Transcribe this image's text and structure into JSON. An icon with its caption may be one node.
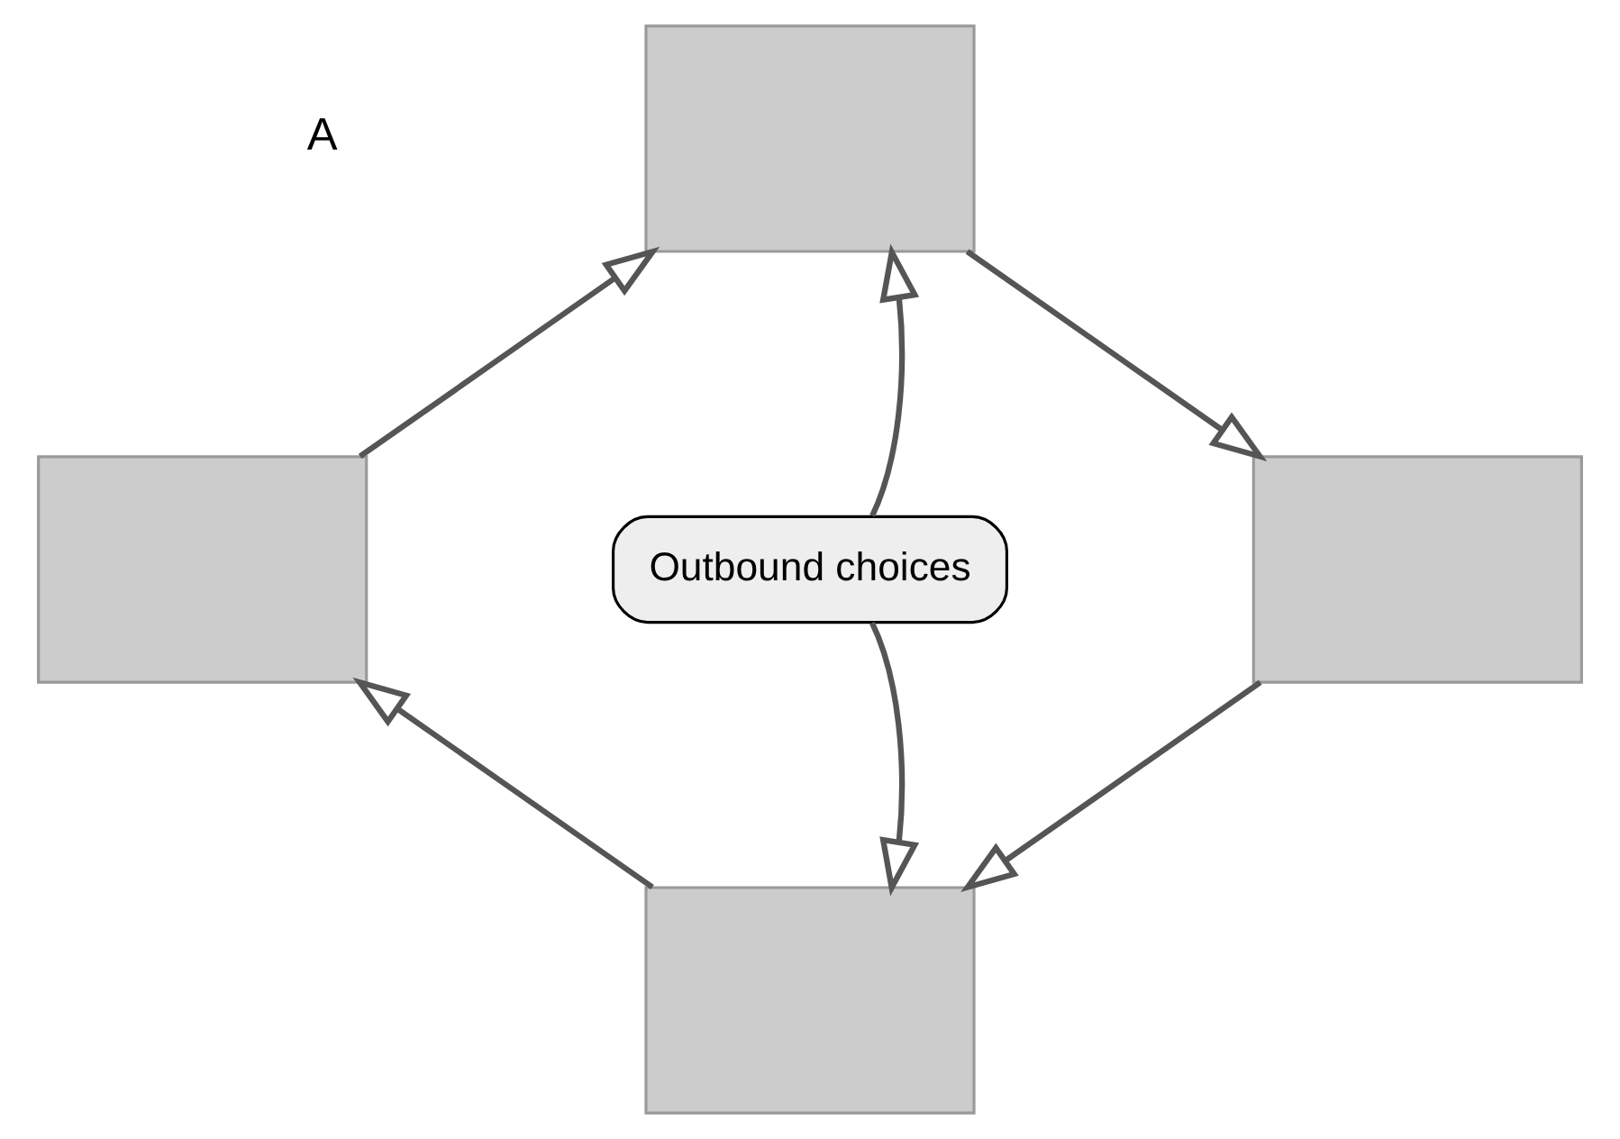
{
  "diagram": {
    "nodes": [
      {
        "text": [],
        "shape": "box"
      },
      {
        "text": [],
        "shape": "box"
      },
      {
        "text": [],
        "shape": "box"
      },
      {
        "text": [],
        "shape": "box"
      },
      {
        "text": [
          "Outbound choices"
        ]
      }
    ],
    "edges": [
      {
        "from": 3,
        "to": 0,
        "arrow": "to"
      },
      {
        "from": 0,
        "to": 1,
        "arrow": "to"
      },
      {
        "from": 1,
        "to": 2,
        "arrow": "to"
      },
      {
        "from": 2,
        "to": 3,
        "arrow": "to"
      },
      {
        "from": 4,
        "to": 0,
        "arrow": "to"
      },
      {
        "from": 4,
        "to": 2,
        "arrow": "to"
      }
    ],
    "labels": [
      "A"
    ]
  }
}
